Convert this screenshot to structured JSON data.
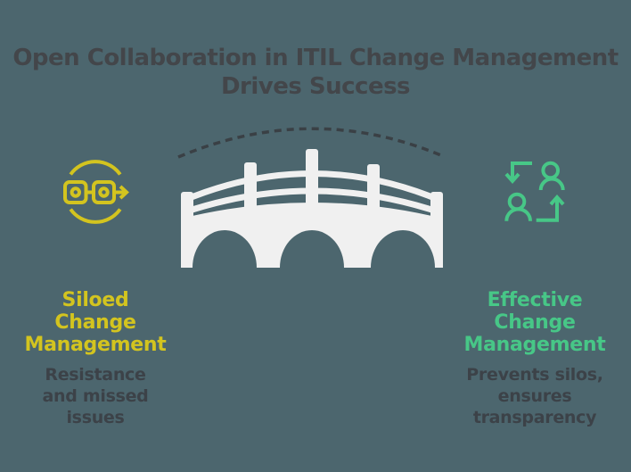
{
  "title": {
    "line1": "Open Collaboration in ITIL Change Management",
    "line2": "Drives Success"
  },
  "left_panel": {
    "icon": "siloed-workflow-icon",
    "heading_lines": [
      "Siloed",
      "Change",
      "Management"
    ],
    "description_lines": [
      "Resistance",
      "and missed",
      "issues"
    ],
    "accent_color": "#d3c41f"
  },
  "right_panel": {
    "icon": "people-exchange-icon",
    "heading_lines": [
      "Effective",
      "Change",
      "Management"
    ],
    "description_lines": [
      "Prevents silos,",
      "ensures",
      "transparency"
    ],
    "accent_color": "#47c787"
  },
  "illustration": {
    "bridge": "arched-bridge-with-three-arches",
    "overlay": "dashed-arc-spanning-bridge"
  },
  "colors": {
    "background": "#4c666e",
    "title_text": "#43464a",
    "body_text": "#3c4248",
    "bridge_fill": "#f0f0f0",
    "dashed_arc": "#3a4045",
    "siloed_yellow": "#d3c41f",
    "effective_green": "#47c787"
  }
}
